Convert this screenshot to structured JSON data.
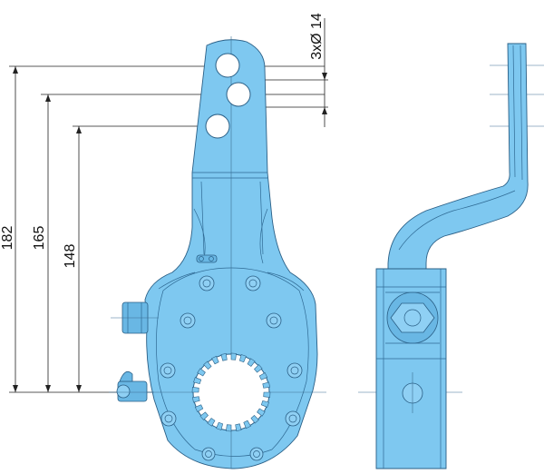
{
  "diagram": {
    "hole_label": "3xØ 14",
    "dims": {
      "d182": "182",
      "d165": "165",
      "d148": "148"
    },
    "colors": {
      "part_fill": "#7ec8f0",
      "outline": "#2a5f86",
      "dimension": "#222222"
    }
  }
}
